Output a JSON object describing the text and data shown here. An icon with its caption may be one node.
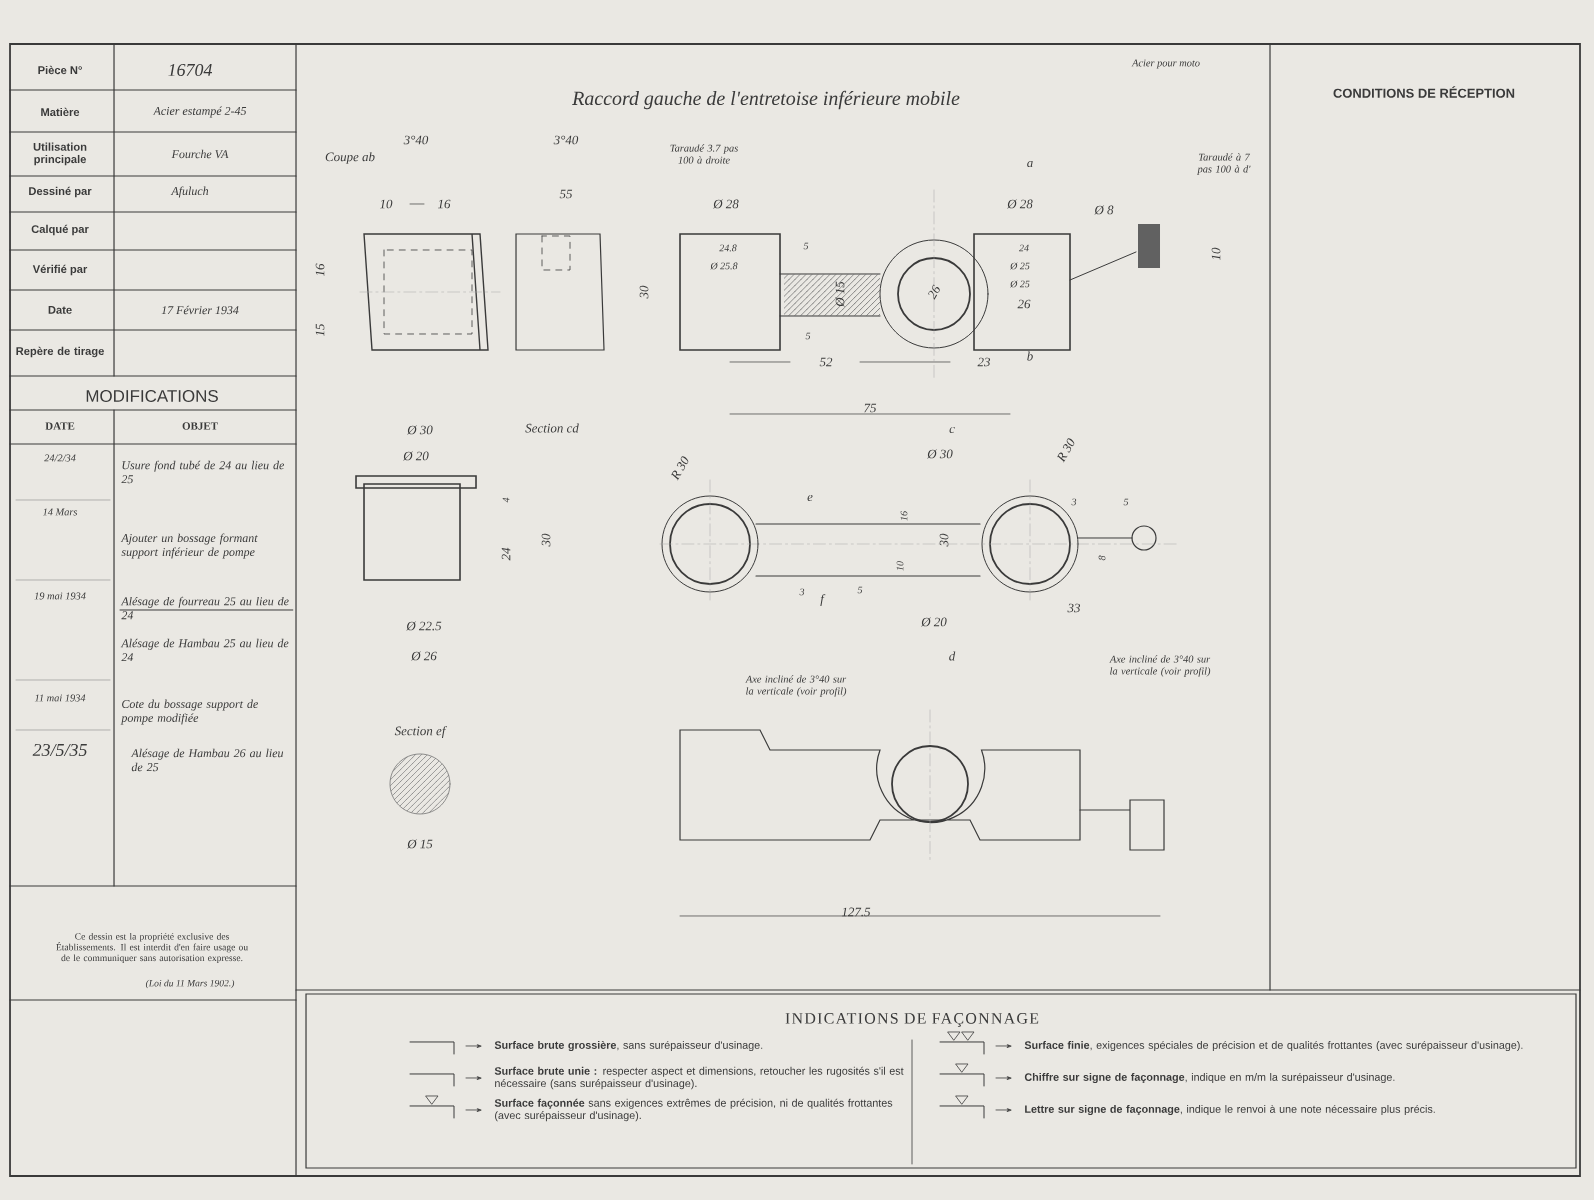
{
  "diagram": {
    "title": "Raccord gauche de l'entretoise inférieure mobile",
    "labels": [
      "Acier pour moto",
      "Pièce N°",
      "16704",
      "Matière",
      "Acier estampé 2-45",
      "Utilisation principale",
      "Fourche VA",
      "Dessiné par",
      "Afuluch",
      "Calqué par",
      "Vérifié par",
      "Date",
      "17 Février 1934",
      "Repère de tirage",
      "MODIFICATIONS",
      "DATE",
      "OBJET",
      "24/2/34",
      "Usure fond tubé de 24 au lieu de 25",
      "14 Mars",
      "Ajouter un bossage formant support inférieur de pompe",
      "19 mai 1934",
      "Alésage de fourreau 25 au lieu de 24",
      "Alésage de Hambau 25 au lieu de 24",
      "11 mai 1934",
      "Cote du bossage support de pompe modifiée",
      "23/5/35",
      "Alésage de Hambau 26 au lieu de 25",
      "Ce dessin est la propriété exclusive des Établissements. Il est interdit d'en faire usage ou de le communiquer sans autorisation expresse.",
      "(Loi du 11 Mars 1902.)",
      "CONDITIONS DE RÉCEPTION",
      "Coupe ab",
      "3°40",
      "3°40",
      "Taraudé 3.7 pas 100 à droite",
      "a",
      "Taraudé à 7 pas 100 à d'",
      "10",
      "16",
      "55",
      "Ø 28",
      "Ø 28",
      "Ø 8",
      "16",
      "15",
      "30",
      "24.8",
      "Ø 25.8",
      "5",
      "Ø 15",
      "5",
      "26",
      "24",
      "Ø 25",
      "Ø 25",
      "26",
      "10",
      "52",
      "23",
      "b",
      "75",
      "Ø 30",
      "Ø 20",
      "Section cd",
      "c",
      "Ø 30",
      "R 30",
      "R 30",
      "4",
      "e",
      "24",
      "30",
      "16",
      "30",
      "10",
      "3",
      "8",
      "5",
      "3",
      "f",
      "5",
      "Ø 20",
      "33",
      "d",
      "Ø 22.5",
      "Ø 26",
      "Axe incliné de 3°40 sur la verticale (voir profil)",
      "Axe incliné de 3°40 sur la verticale (voir profil)",
      "Section ef",
      "Ø 15",
      "127.5",
      "INDICATIONS DE FAÇONNAGE"
    ],
    "legend": [
      {
        "text": "**Surface brute grossière**, sans surépaisseur d'usinage."
      },
      {
        "text": "**Surface brute unie :** respecter aspect et dimensions, retoucher les rugosités s'il est nécessaire (sans surépaisseur d'usinage)."
      },
      {
        "text": "**Surface façonnée** sans exigences extrêmes de précision, ni de qualités frottantes (avec surépaisseur d'usinage)."
      },
      {
        "text": "**Surface finie**, exigences spéciales de précision et de qualités frottantes (avec surépaisseur d'usinage)."
      },
      {
        "text": "**Chiffre sur signe de façonnage**, indique en m/m la surépaisseur d'usinage."
      },
      {
        "text": "**Lettre sur signe de façonnage**, indique le renvoi à une note nécessaire plus précis."
      }
    ]
  }
}
